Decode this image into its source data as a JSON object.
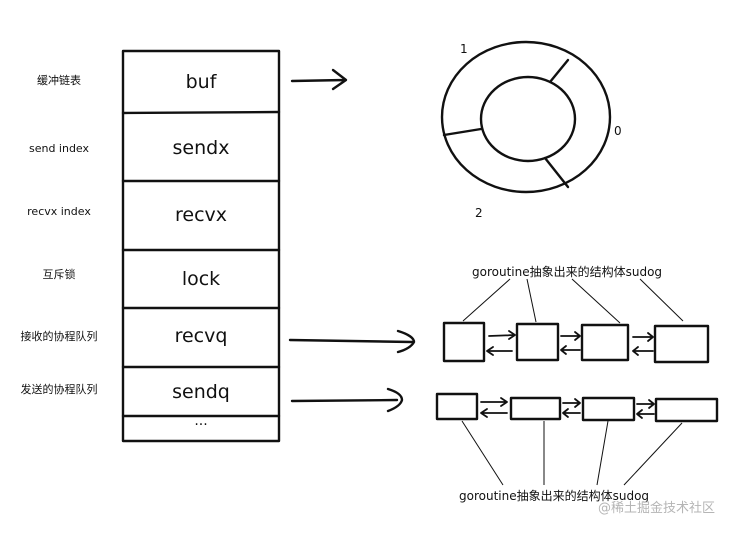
{
  "hchan": {
    "fields": [
      {
        "name": "buf",
        "label": "缓冲链表"
      },
      {
        "name": "sendx",
        "label": "send index"
      },
      {
        "name": "recvx",
        "label": "recvx index"
      },
      {
        "name": "lock",
        "label": "互斥锁"
      },
      {
        "name": "recvq",
        "label": "接收的协程队列"
      },
      {
        "name": "sendq",
        "label": "发送的协程队列"
      }
    ],
    "ellipsis": "···"
  },
  "ring_buffer": {
    "slot_labels": [
      "1",
      "0",
      "2"
    ]
  },
  "wait_queues": {
    "recvq_caption": "goroutine抽象出来的结构体sudog",
    "sendq_caption": "goroutine抽象出来的结构体sudog"
  },
  "watermark": "@稀土掘金技术社区"
}
